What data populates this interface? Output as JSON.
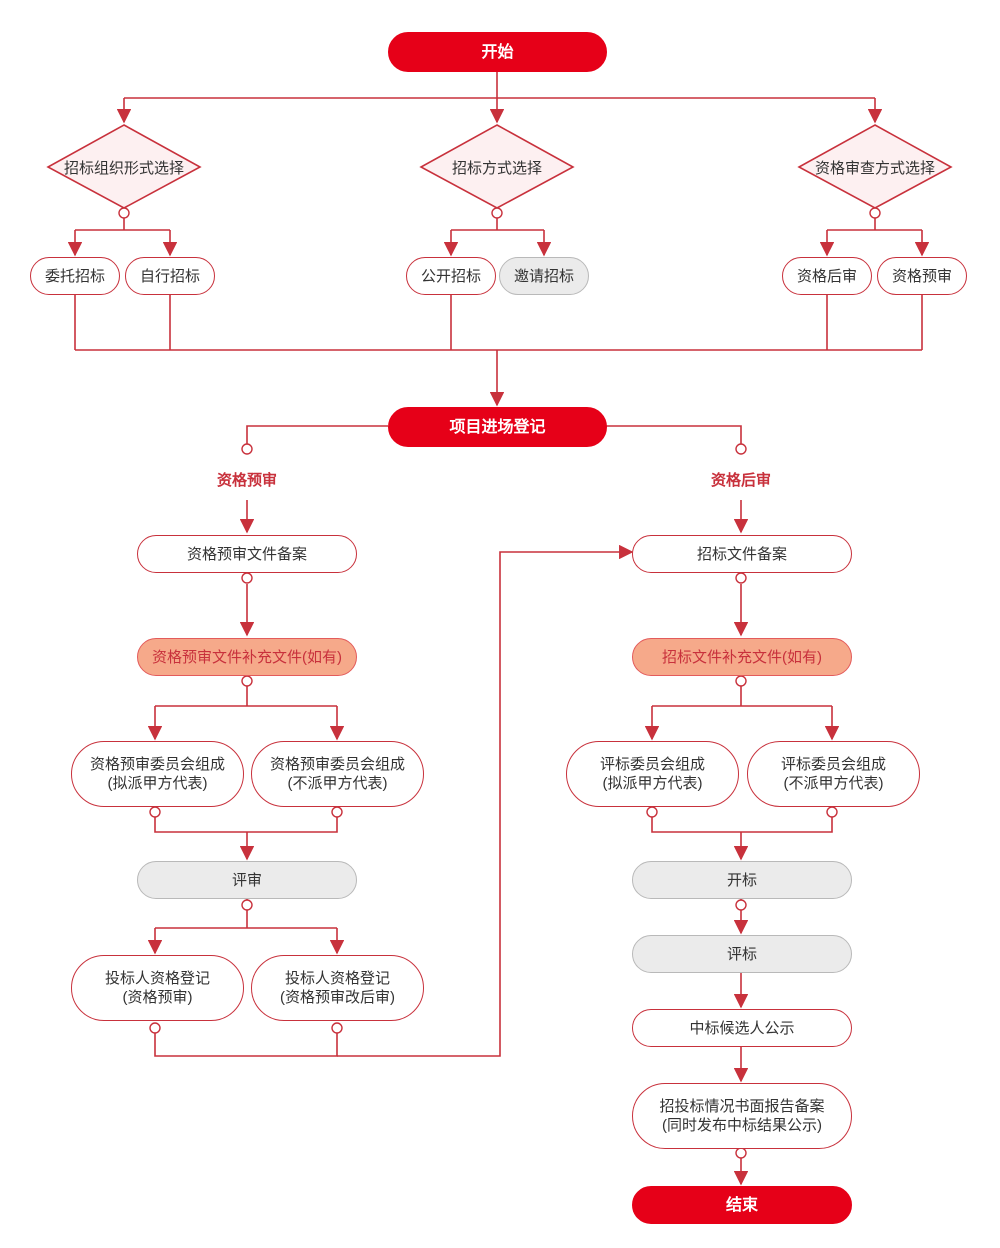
{
  "colors": {
    "accent": "#e60018",
    "line": "#c8313c",
    "gray_fill": "#ebebeb",
    "orange_fill": "#f6a98a"
  },
  "start": "开始",
  "decisions": {
    "org": "招标组织形式选择",
    "method": "招标方式选择",
    "qual": "资格审查方式选择"
  },
  "options": {
    "entrusted": "委托招标",
    "self": "自行招标",
    "open": "公开招标",
    "invite": "邀请招标",
    "post_qual": "资格后审",
    "pre_qual": "资格预审"
  },
  "register": "项目进场登记",
  "branch_labels": {
    "pre": "资格预审",
    "post": "资格后审"
  },
  "left": {
    "filing": "资格预审文件备案",
    "supplement": "资格预审文件补充文件(如有)",
    "committee_a": "资格预审委员会组成\n(拟派甲方代表)",
    "committee_b": "资格预审委员会组成\n(不派甲方代表)",
    "review": "评审",
    "reg_a": "投标人资格登记\n(资格预审)",
    "reg_b": "投标人资格登记\n(资格预审改后审)"
  },
  "right": {
    "filing": "招标文件备案",
    "supplement": "招标文件补充文件(如有)",
    "committee_a": "评标委员会组成\n(拟派甲方代表)",
    "committee_b": "评标委员会组成\n(不派甲方代表)",
    "open": "开标",
    "evaluate": "评标",
    "publicity": "中标候选人公示",
    "report": "招投标情况书面报告备案\n(同时发布中标结果公示)",
    "end": "结束"
  }
}
